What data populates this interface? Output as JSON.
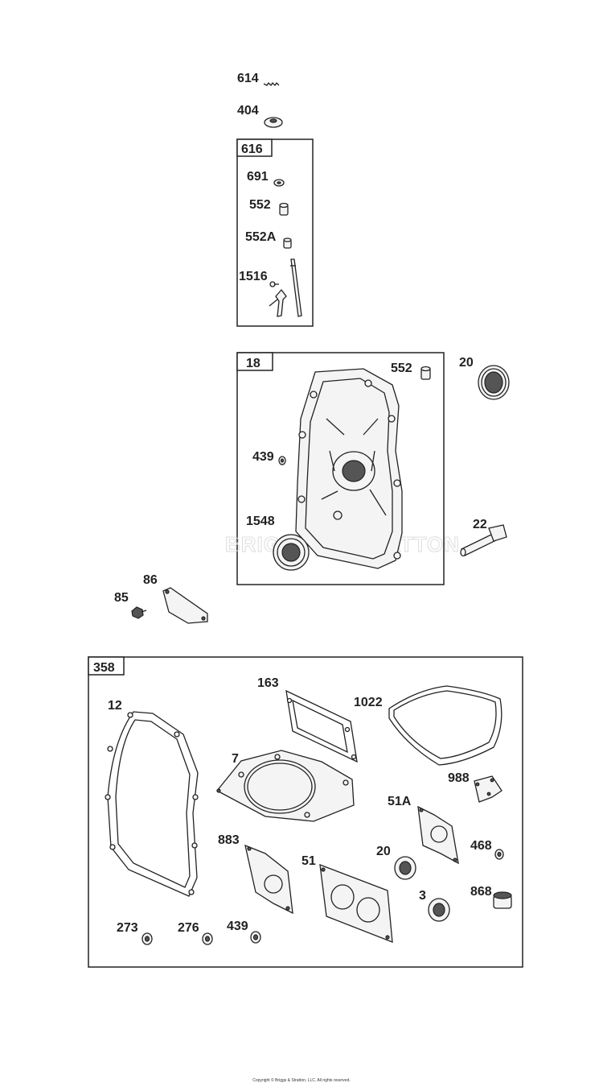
{
  "kits": {
    "k616": "616",
    "k18": "18",
    "k358": "358"
  },
  "labels": {
    "p614": "614",
    "p404": "404",
    "p691": "691",
    "p552a_top": "552",
    "p552A": "552A",
    "p1516": "1516",
    "p552_cover": "552",
    "p20_top": "20",
    "p439_cover": "439",
    "p1548": "1548",
    "p22": "22",
    "p86": "86",
    "p85": "85",
    "p12": "12",
    "p163": "163",
    "p1022": "1022",
    "p7": "7",
    "p988": "988",
    "p51A": "51A",
    "p883": "883",
    "p51": "51",
    "p20_kit": "20",
    "p468": "468",
    "p3": "3",
    "p868": "868",
    "p273": "273",
    "p276": "276",
    "p439_kit": "439"
  },
  "watermark": "BRIGGS & STRATTON",
  "copyright": "Copyright © Briggs & Stratton, LLC. All rights reserved."
}
